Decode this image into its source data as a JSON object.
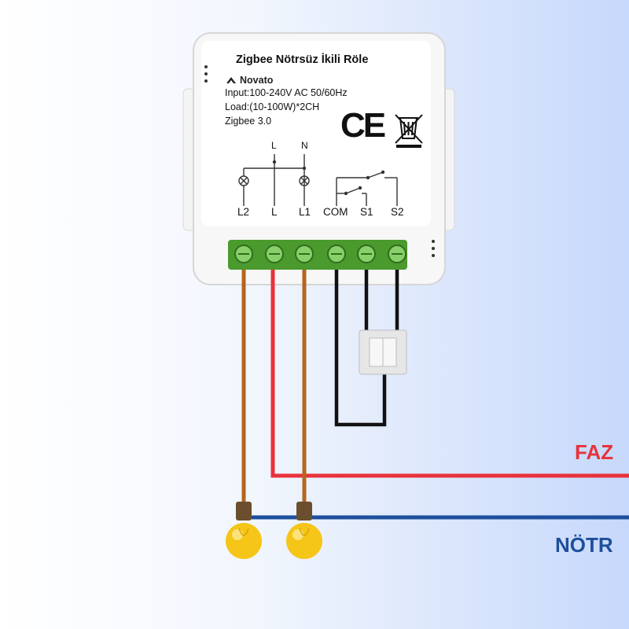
{
  "device": {
    "title": "Zigbee Nötrsüz İkili Röle",
    "brand": "Novato",
    "input_spec": "Input:100-240V AC  50/60Hz",
    "load_spec": "Load:(10-100W)*2CH",
    "protocol": "Zigbee 3.0",
    "ce_mark": "CE",
    "top_labels": {
      "l": "L",
      "n": "N"
    },
    "terminals": [
      "L2",
      "L",
      "L1",
      "COM",
      "S1",
      "S2"
    ]
  },
  "lines": {
    "phase_label": "FAZ",
    "neutral_label": "NÖTR"
  },
  "colors": {
    "phase": "#e8323c",
    "neutral": "#1d4f9c",
    "load_wire": "#b5651d",
    "switch_wire": "#111111",
    "terminal_block": "#4a9a2e",
    "bulb": "#f5c518"
  },
  "icons": [
    "weee-bin-icon",
    "home-logo-icon",
    "wall-switch-icon",
    "light-bulb-icon"
  ]
}
